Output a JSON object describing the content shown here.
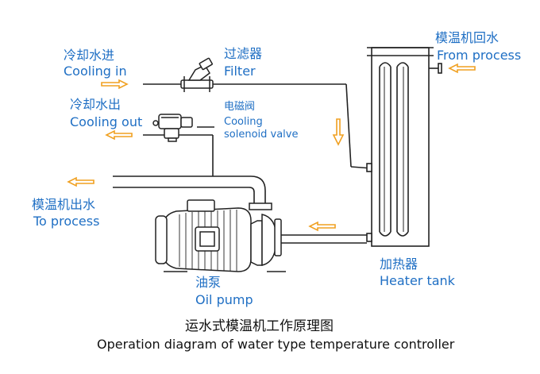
{
  "labels": {
    "cooling_in_cn": "冷却水进",
    "cooling_in_en": "Cooling in",
    "cooling_out_cn": "冷却水出",
    "cooling_out_en": "Cooling out",
    "filter_cn": "过滤器",
    "filter_en": "Filter",
    "solenoid_cn": "电磁阀",
    "solenoid_en_1": "Cooling",
    "solenoid_en_2": "solenoid valve",
    "from_process_cn": "模温机回水",
    "from_process_en": "From process",
    "to_process_cn": "模温机出水",
    "to_process_en": "To process",
    "heater_cn": "加热器",
    "heater_en": "Heater tank",
    "pump_cn": "油泵",
    "pump_en": "Oil pump"
  },
  "caption": {
    "cn": "运水式模温机工作原理图",
    "en": "Operation diagram of water type temperature controller"
  },
  "colors": {
    "text_blue": "#1f6fc4",
    "line": "#222222",
    "arrow": "#f0a020"
  }
}
